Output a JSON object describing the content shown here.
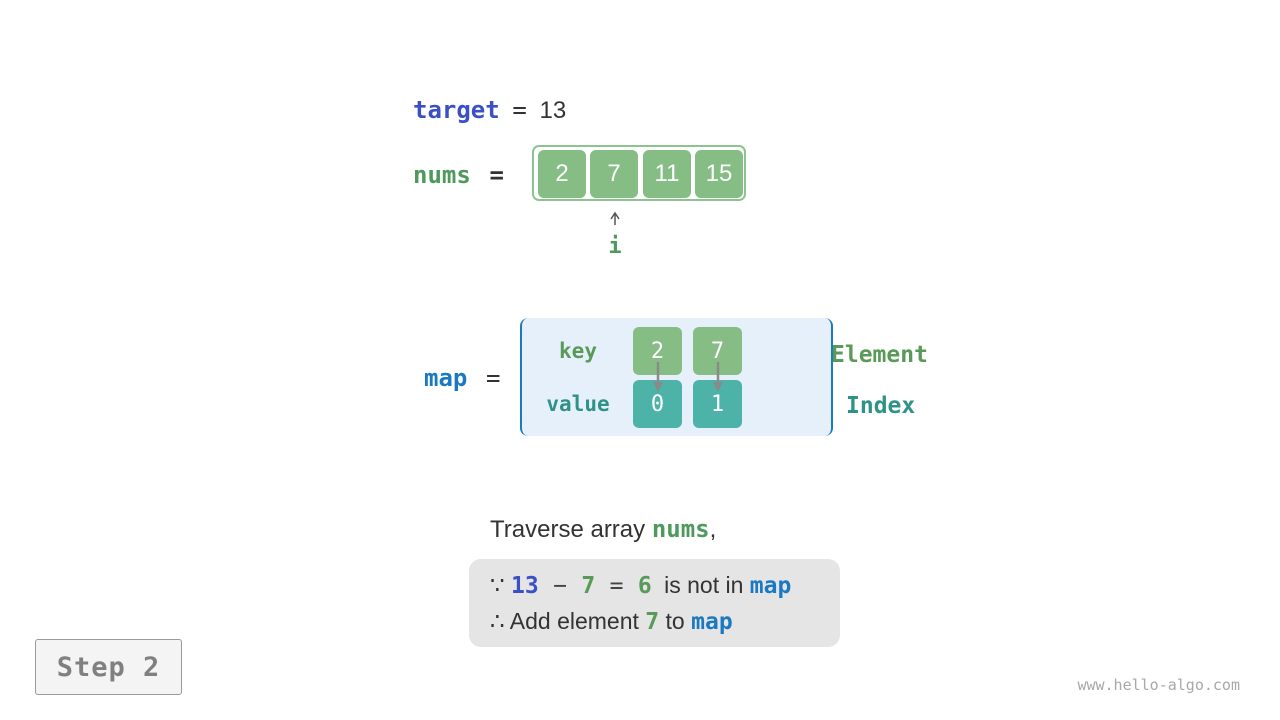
{
  "target_line": {
    "name": "target",
    "equals": "=",
    "value": "13"
  },
  "nums_line": {
    "name": "nums",
    "equals": "=",
    "elements": [
      "2",
      "7",
      "11",
      "15"
    ]
  },
  "pointer": {
    "label": "i"
  },
  "map": {
    "name": "map",
    "equals": "=",
    "key_label": "key",
    "value_label": "value",
    "keys": [
      "2",
      "7"
    ],
    "values": [
      "0",
      "1"
    ],
    "key_legend": "Element",
    "value_legend": "Index"
  },
  "explanation": {
    "heading_prefix": "Traverse array ",
    "heading_var": "nums",
    "heading_suffix": ",",
    "because_symbol": "∵",
    "target": "13",
    "minus": "−",
    "element": "7",
    "eq": "=",
    "diff": "6",
    "not_in_text": "is not in",
    "map_word": "map",
    "therefore_symbol": "∴",
    "add_text": "Add element",
    "add_value": "7",
    "to_text": "to",
    "map_word_2": "map"
  },
  "step_label": "Step 2",
  "footer": "www.hello-algo.com",
  "colors": {
    "target": "#3a50c4",
    "nums": "#4e9a5c",
    "map": "#1b79c1",
    "key_cell": "#86bd84",
    "value_cell": "#4db3a9",
    "explain_bg": "#e5e5e5"
  }
}
